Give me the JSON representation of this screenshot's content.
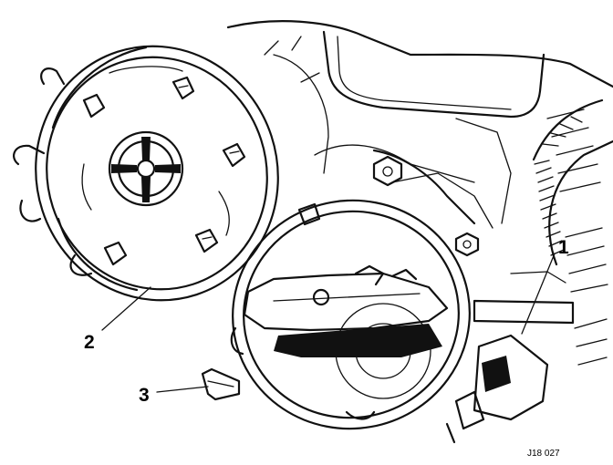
{
  "callouts": [
    {
      "id": "1",
      "label": "1"
    },
    {
      "id": "2",
      "label": "2"
    },
    {
      "id": "3",
      "label": "3"
    }
  ],
  "figure_ref": "J18 027",
  "colors": {
    "ink": "#111111",
    "paper": "#ffffff"
  }
}
